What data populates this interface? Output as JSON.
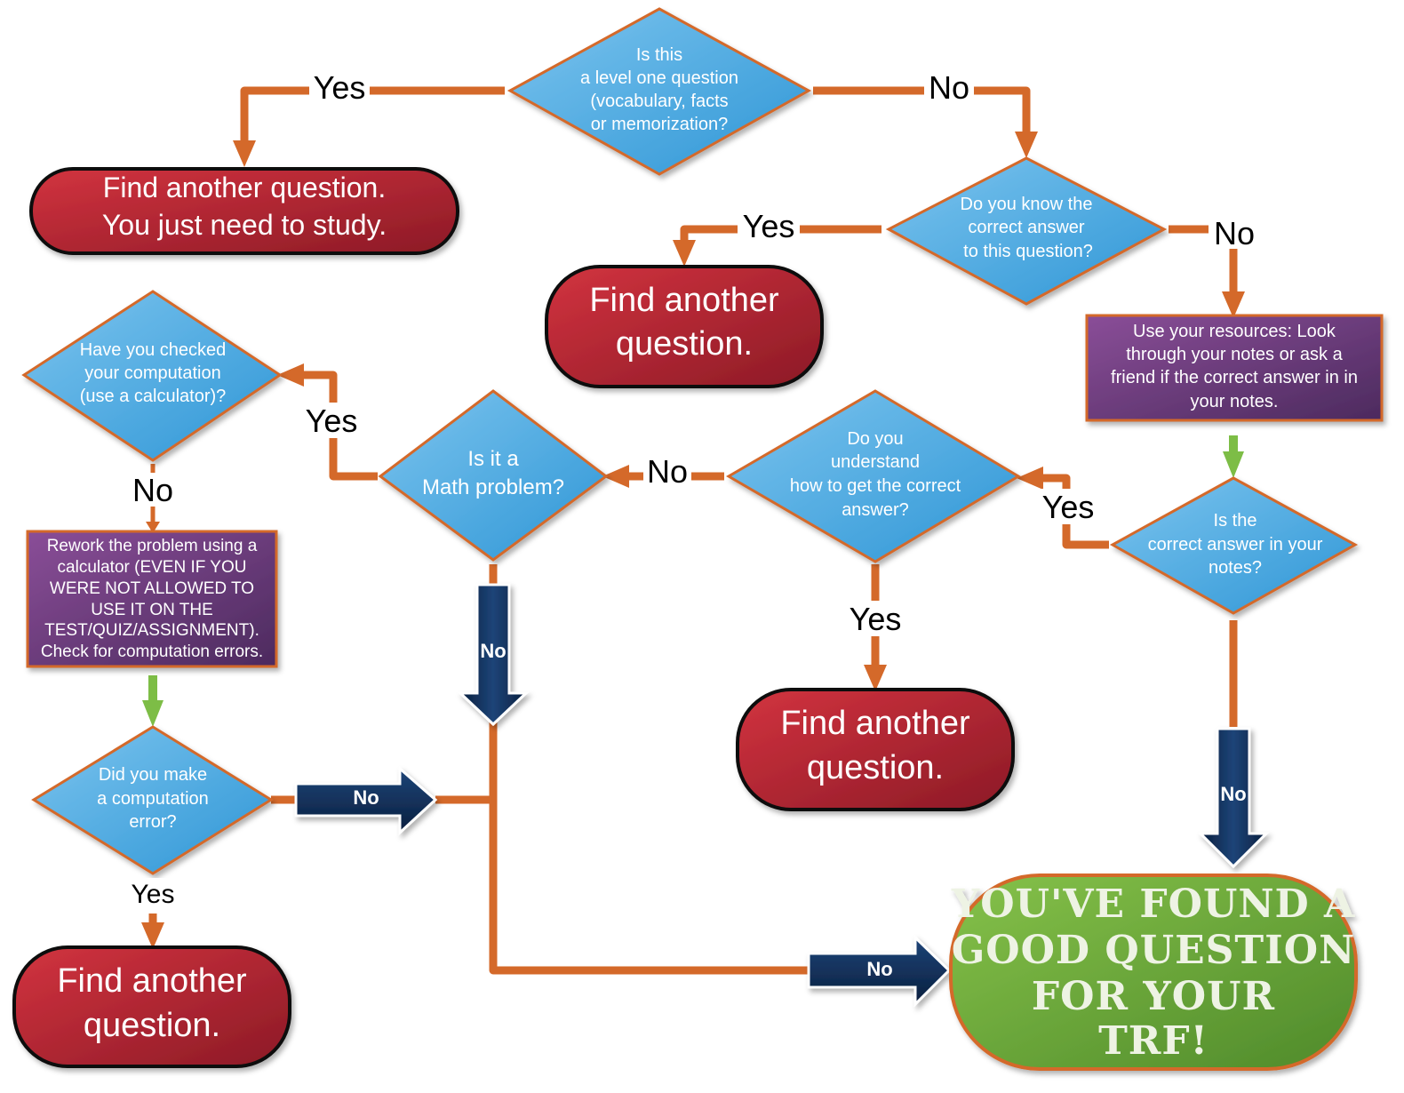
{
  "colors": {
    "connector": "#d4692a",
    "decision": "#4aa8e0",
    "terminal": "#b42532",
    "process": "#6a3a7a",
    "navy_arrow": "#0f2a52",
    "goal": "#6fa83c",
    "green_arrow": "#7dbd46"
  },
  "decisions": {
    "level_one": [
      "Is this",
      "a level one question",
      "(vocabulary, facts",
      "or memorization?"
    ],
    "know_answer": [
      "Do you know the",
      "correct answer",
      "to this question?"
    ],
    "checked_computation": [
      "Have you checked",
      "your computation",
      "(use a calculator)?"
    ],
    "math_problem": [
      "Is it a",
      "Math problem?"
    ],
    "understand": [
      "Do you",
      "understand",
      "how to get the correct",
      "answer?"
    ],
    "in_notes": [
      "Is the",
      "correct answer in your",
      "notes?"
    ],
    "computation_error": [
      "Did you make",
      "a computation",
      "error?"
    ]
  },
  "terminals": {
    "study": [
      "Find another question.",
      "You just need to study."
    ],
    "know": [
      "Find another",
      "question."
    ],
    "understand": [
      "Find another",
      "question."
    ],
    "computation": [
      "Find another",
      "question."
    ]
  },
  "processes": {
    "resources": [
      "Use your resources: Look",
      "through your notes or ask a",
      "friend if the correct answer in in",
      "your notes."
    ],
    "rework": [
      "Rework the problem using a",
      "calculator (EVEN IF YOU",
      "WERE NOT ALLOWED TO",
      "USE IT ON THE",
      "TEST/QUIZ/ASSIGNMENT).",
      "Check for computation errors."
    ]
  },
  "goal": [
    "YOU'VE FOUND A",
    "GOOD QUESTION",
    "FOR YOUR",
    "TRF!"
  ],
  "labels": {
    "yes_1": "Yes",
    "no_1": "No",
    "yes_2": "Yes",
    "no_2": "No",
    "yes_3": "Yes",
    "no_3": "No",
    "no_4": "No",
    "yes_4": "Yes",
    "yes_5": "Yes",
    "yes_6": "Yes"
  },
  "arrows": {
    "math_no": "No",
    "notes_no": "No",
    "computation_no": "No",
    "goal_no": "No"
  }
}
